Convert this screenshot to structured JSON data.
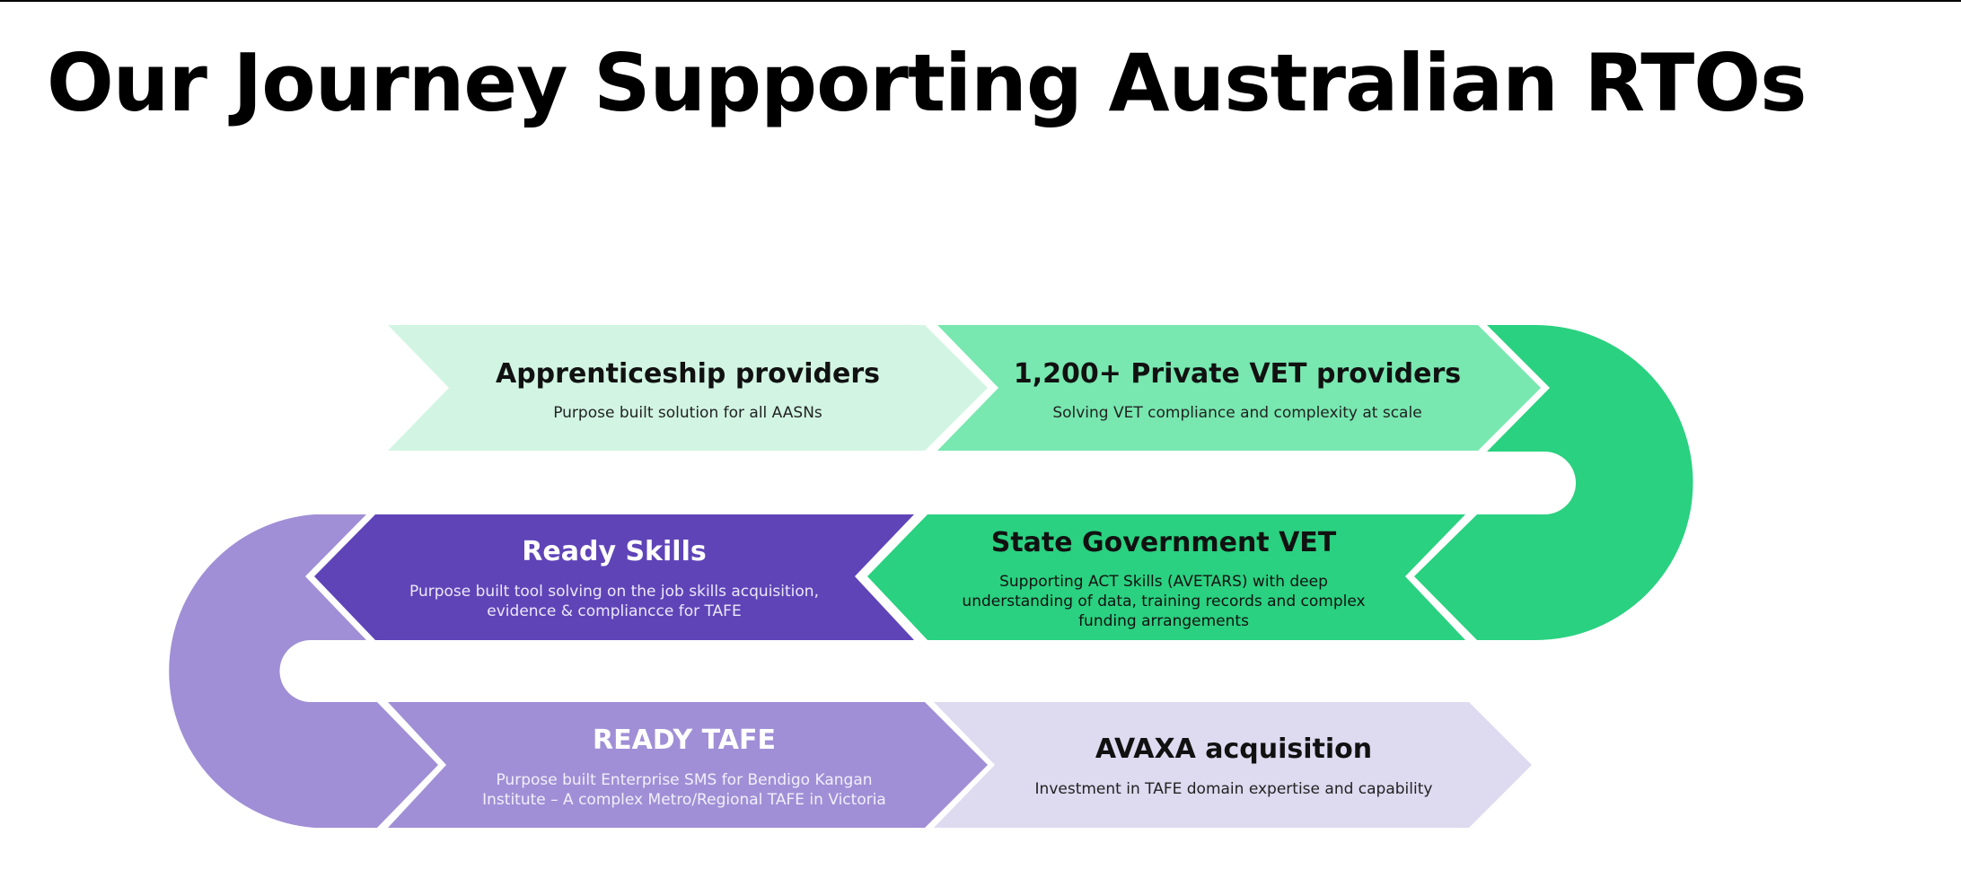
{
  "title": "Our Journey Supporting Australian RTOs",
  "colors": {
    "mint_light": "#D2F5E3",
    "mint": "#78E8B0",
    "green": "#2AD180",
    "purple_dark": "#5F44B8",
    "purple_mid": "#A08FD6",
    "lavender": "#DEDAF0"
  },
  "steps": [
    {
      "title": "Apprenticeship providers",
      "desc": [
        "Purpose built solution for all AASNs"
      ]
    },
    {
      "title": "1,200+ Private VET providers",
      "desc": [
        "Solving VET compliance and complexity at scale"
      ]
    },
    {
      "title": "State Government VET",
      "desc": [
        "Supporting ACT Skills (AVETARS) with deep",
        "understanding of data, training records and complex",
        "funding arrangements"
      ]
    },
    {
      "title": "Ready Skills",
      "desc": [
        "Purpose built tool solving on the job skills acquisition,",
        "evidence & compliancce for TAFE"
      ]
    },
    {
      "title": "READY TAFE",
      "desc": [
        "Purpose built Enterprise SMS for Bendigo Kangan",
        "Institute – A complex Metro/Regional TAFE in Victoria"
      ]
    },
    {
      "title": "AVAXA acquisition",
      "desc": [
        "Investment in TAFE domain expertise and capability"
      ]
    }
  ]
}
